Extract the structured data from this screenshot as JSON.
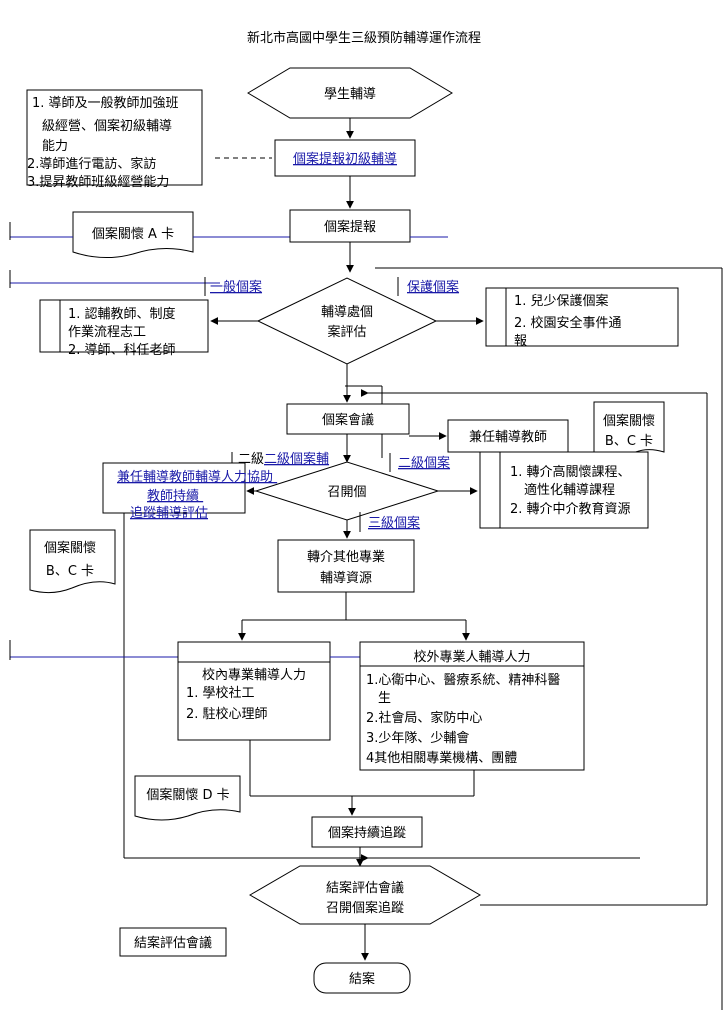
{
  "title": "新北市高國中學生三級預防輔導運作流程",
  "nodes": {
    "start": "學生輔導",
    "tier1_note": [
      "1. 導師及一般教師加強班",
      "級經營、個案初級輔導",
      "能力",
      "2.導師進行電訪、家訪",
      "3.提昇教師班級經營能力"
    ],
    "tier1_report": "個案提報初級輔導",
    "card_a": "個案關懷 A 卡",
    "case_report": "個案提報",
    "general_case": "一般個案",
    "protect_case": "保護個案",
    "assess": [
      "輔導處個",
      "案評估"
    ],
    "left_box": [
      "1. 認輔教師、制度",
      "作業流程志工",
      "2. 導師、科任老師"
    ],
    "protect_box": [
      "1. 兒少保護個案",
      "2. 校園安全事件通",
      "報"
    ],
    "case_meeting": "個案會議",
    "part_time": "兼任輔導教師",
    "card_bc_top": [
      "個案關懷",
      "B、C 卡"
    ],
    "level2_left": "二級個案輔",
    "level2_right": "二級個案",
    "convene": "召開個",
    "part_time_right": [
      "1. 轉介高關懷課程、",
      "適性化輔導課程",
      "2. 轉介中介教育資源"
    ],
    "part_time_left": [
      "兼任輔導教師輔導人力協助",
      "教師持續",
      "追蹤輔導評估"
    ],
    "level3": "三級個案",
    "card_bc_left": [
      "個案關懷",
      "B、C 卡"
    ],
    "referral": [
      "轉介其他專業",
      "輔導資源"
    ],
    "in_school": [
      "校內專業輔導人力",
      "1. 學校社工",
      "2. 駐校心理師"
    ],
    "out_school": [
      "校外專業人輔導人力",
      "1.心衛中心、醫療系統、精神科醫",
      "生",
      "2.社會局、家防中心",
      "3.少年隊、少輔會",
      "4其他相關專業機構、團體"
    ],
    "card_d": "個案關懷 D 卡",
    "follow_up": "個案持續追蹤",
    "closing_meeting": [
      "結案評估會議",
      "召開個案追蹤"
    ],
    "closing_label": "結案評估會議",
    "end": "結案"
  }
}
